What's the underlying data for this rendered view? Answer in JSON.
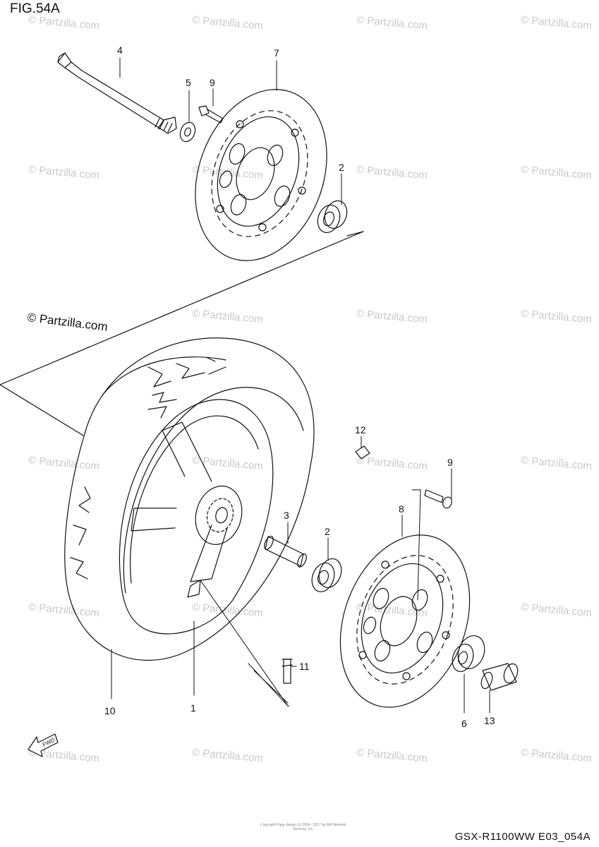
{
  "figure": {
    "title": "FIG.54A",
    "footer_code": "GSX-R1100WW  E03_054A",
    "copyright": "© Partzilla.com",
    "watermark": "© Partzilla.com",
    "fine_print": "Copyright Page design (c) 2004 - 2017 by ARI Network Services, Inc.",
    "arrow_label": "FWD"
  },
  "callouts": [
    {
      "id": "1",
      "label": "1"
    },
    {
      "id": "2a",
      "label": "2"
    },
    {
      "id": "2b",
      "label": "2"
    },
    {
      "id": "3",
      "label": "3"
    },
    {
      "id": "4",
      "label": "4"
    },
    {
      "id": "5",
      "label": "5"
    },
    {
      "id": "6",
      "label": "6"
    },
    {
      "id": "7",
      "label": "7"
    },
    {
      "id": "8",
      "label": "8"
    },
    {
      "id": "9a",
      "label": "9"
    },
    {
      "id": "9b",
      "label": "9"
    },
    {
      "id": "10",
      "label": "10"
    },
    {
      "id": "11",
      "label": "11"
    },
    {
      "id": "12",
      "label": "12"
    },
    {
      "id": "13",
      "label": "13"
    }
  ]
}
